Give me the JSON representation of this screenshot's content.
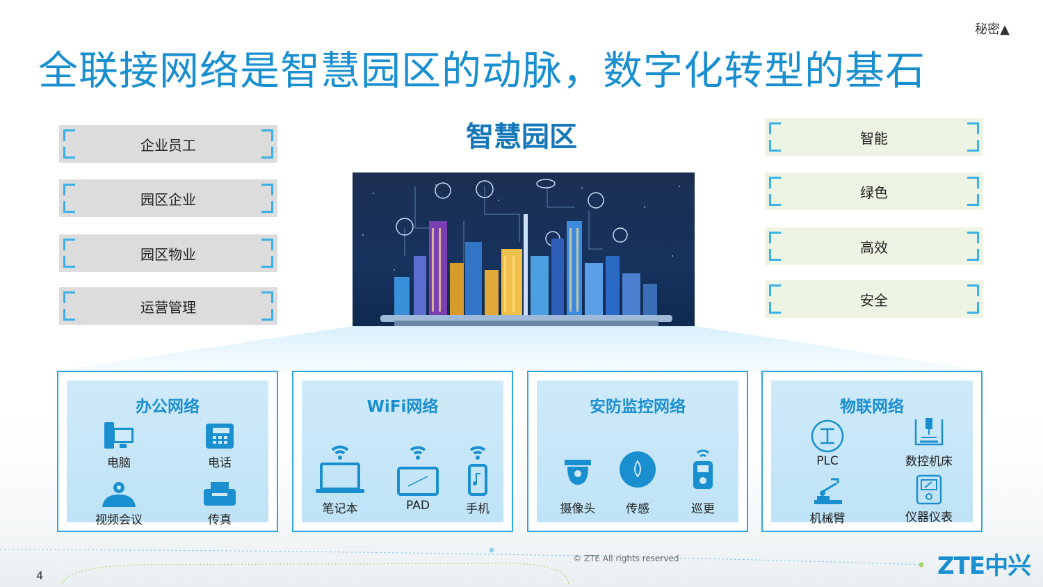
{
  "header": {
    "title": "全联接网络是智慧园区的动脉，数字化转型的基石",
    "classification": "秘密▲"
  },
  "center": {
    "title": "智慧园区"
  },
  "left_boxes": [
    {
      "label": "企业员工"
    },
    {
      "label": "园区企业"
    },
    {
      "label": "园区物业"
    },
    {
      "label": "运营管理"
    }
  ],
  "right_boxes": [
    {
      "label": "智能"
    },
    {
      "label": "绿色"
    },
    {
      "label": "高效"
    },
    {
      "label": "安全"
    }
  ],
  "panels": [
    {
      "title": "办公网络",
      "items": [
        {
          "label": "电脑",
          "icon": "computer-icon"
        },
        {
          "label": "电话",
          "icon": "phone-icon"
        },
        {
          "label": "视频会议",
          "icon": "video-conference-icon"
        },
        {
          "label": "传真",
          "icon": "fax-icon"
        }
      ]
    },
    {
      "title": "WiFi网络",
      "items": [
        {
          "label": "笔记本",
          "icon": "laptop-icon"
        },
        {
          "label": "PAD",
          "icon": "tablet-icon"
        },
        {
          "label": "手机",
          "icon": "mobile-icon"
        }
      ]
    },
    {
      "title": "安防监控网络",
      "items": [
        {
          "label": "摄像头",
          "icon": "camera-icon"
        },
        {
          "label": "传感",
          "icon": "sensor-icon"
        },
        {
          "label": "巡更",
          "icon": "patrol-icon"
        }
      ]
    },
    {
      "title": "物联网络",
      "items": [
        {
          "label": "PLC",
          "icon": "plc-icon"
        },
        {
          "label": "数控机床",
          "icon": "cnc-machine-icon"
        },
        {
          "label": "机械臂",
          "icon": "robot-arm-icon"
        },
        {
          "label": "仪器仪表",
          "icon": "meter-icon"
        }
      ]
    }
  ],
  "footer": {
    "page_number": "4",
    "copyright": "© ZTE All rights reserved",
    "logo": "ZTE中兴"
  },
  "colors": {
    "accent": "#1a8fd0",
    "corner": "#3ab0e8",
    "left_box_bg": "#dcdcdc",
    "right_box_bg": "#eef4e4",
    "panel_bg": "#c8e7f8"
  }
}
